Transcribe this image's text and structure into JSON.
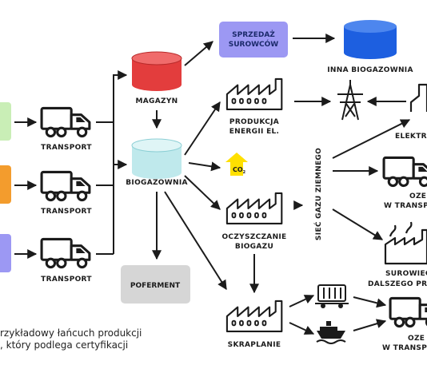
{
  "colors": {
    "green": "#c9eeb6",
    "orange": "#f39c2d",
    "violet": "#9c98f3",
    "red": "#e33d3d",
    "blue": "#1d5fe0",
    "teal": "#bfe9ec",
    "gray_box": "#d6d6d6",
    "co2_yellow": "#ffe000"
  },
  "labels": {
    "transport_1": "TRANSPORT",
    "transport_2": "TRANSPORT",
    "transport_3": "TRANSPORT",
    "magazyn": "MAGAZYN",
    "biogazownia": "BIOGAZOWNIA",
    "sprzedaz_1": "SPRZEDAŻ",
    "sprzedaz_2": "SUROWCÓW",
    "inna_biogazownia": "INNA BIOGAZOWNIA",
    "produkcja_1": "PRODUKCJA",
    "produkcja_2": "ENERGII EL.",
    "co2": "CO",
    "co2_sub": "2",
    "oczyszczanie_1": "OCZYSZCZANIE",
    "oczyszczanie_2": "BIOGAZU",
    "poferment": "POFERMENT",
    "skraplanie": "SKRAPLANIE",
    "siec_gazu": "SIEĆ GAZU ZIEMNEGO",
    "elektr": "ELEKTR",
    "oze_1a": "OZE",
    "oze_1b": "W TRANSP",
    "surowiec_1": "SUROWIEC",
    "surowiec_2": "DALSZEGO PRZ",
    "oze_2a": "OZE",
    "oze_2b": "W TRANSPO"
  },
  "caption": {
    "line1": "rzykładowy łańcuch produkcji",
    "line2": ", który podlega certyfikacji"
  }
}
